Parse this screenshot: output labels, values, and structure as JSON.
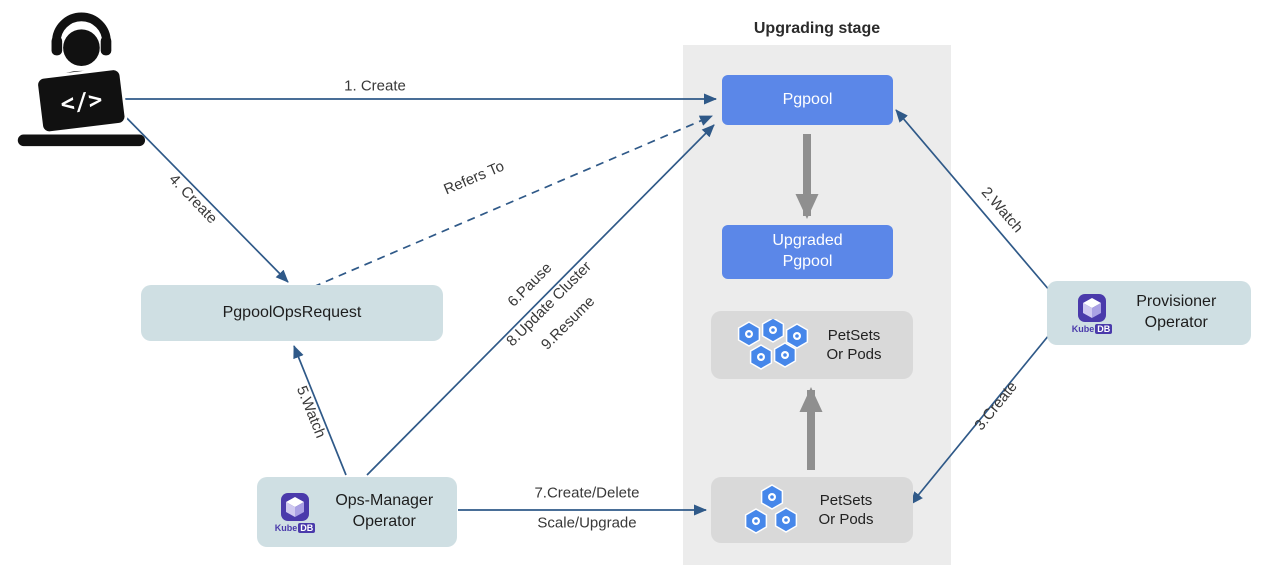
{
  "stage_title": "Upgrading stage",
  "developer_code": "</>",
  "logo": {
    "kube": "Kube",
    "db": "DB"
  },
  "boxes": {
    "pgpool": {
      "label": "Pgpool"
    },
    "upgraded_pgpool": {
      "label": "Upgraded Pgpool"
    },
    "petsets_top": {
      "label": "PetSets Or Pods"
    },
    "petsets_bottom": {
      "label": "PetSets Or Pods"
    },
    "pgpool_ops_request": {
      "label": "PgpoolOpsRequest"
    },
    "ops_manager": {
      "label": "Ops-Manager Operator"
    },
    "provisioner": {
      "label": "Provisioner Operator"
    }
  },
  "arrows": {
    "create_1": "1. Create",
    "watch_2": "2.Watch",
    "create_3": "3.Create",
    "create_4": "4. Create",
    "watch_5": "5.Watch",
    "pause_6": "6.Pause",
    "update_cluster_8": "8.Update Cluster",
    "resume_9": "9.Resume",
    "create_delete_7": "7.Create/Delete",
    "scale_upgrade_7": "Scale/Upgrade",
    "refers_to": "Refers To"
  },
  "colors": {
    "blue_box": "#5b87e8",
    "panel_bg": "#ececec",
    "petsets_box": "#d9d9d9",
    "teal_box": "#cfdfe3",
    "arrow": "#2f5988",
    "thick_arrow": "#8f8f8f",
    "kubedb_indigo": "#4a3aab",
    "pod_hex": "#4687ea"
  }
}
